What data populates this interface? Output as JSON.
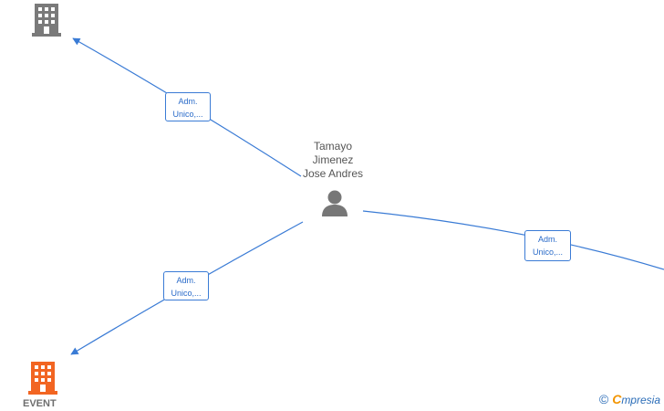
{
  "person": {
    "name_line1": "Tamayo",
    "name_line2": "Jimenez",
    "name_line3": "Jose Andres",
    "icon": "person-icon"
  },
  "nodes": {
    "company_top": {
      "icon": "building-icon",
      "color": "#7a7a7a"
    },
    "company_event": {
      "icon": "building-icon",
      "color": "#f26522",
      "label": "EVENT"
    }
  },
  "edges": {
    "top_left": {
      "line1": "Adm.",
      "line2": "Unico,..."
    },
    "bottom_left": {
      "line1": "Adm.",
      "line2": "Unico,..."
    },
    "right": {
      "line1": "Adm.",
      "line2": "Unico,..."
    }
  },
  "colors": {
    "edge": "#3a7bd5",
    "edge_text": "#2a6bc9"
  },
  "brand": {
    "copyright": "©",
    "e_letter": "C",
    "name": "mpresia"
  }
}
